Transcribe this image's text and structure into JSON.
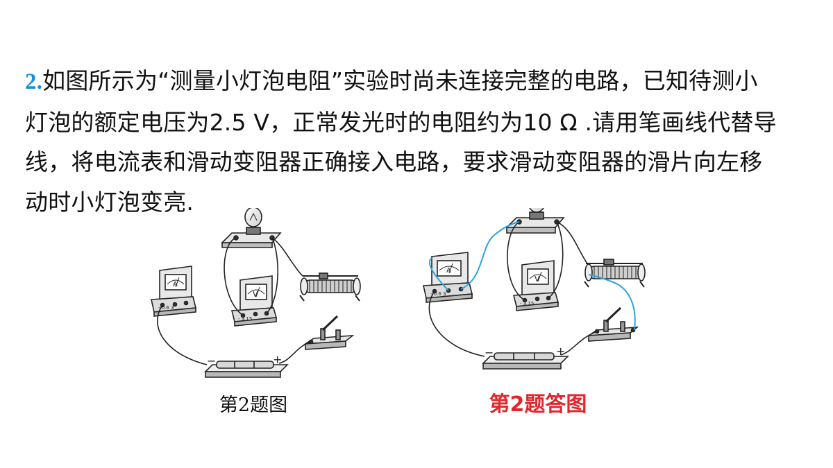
{
  "question": {
    "number": "2.",
    "lines": [
      "如图所示为“测量小灯泡电阻”实验时尚未连接完整的电路，已知待测小",
      "灯泡的额定电压为2.5 V，正常发光时的电阻约为10 Ω .请用笔画线代替导",
      "线，将电流表和滑动变阻器正确接入电路，要求滑动变阻器的滑片向左移",
      "动时小灯泡变亮."
    ]
  },
  "figure_left": {
    "caption": "第2题图",
    "ammeter_symbol": "A",
    "ammeter_terminals": "-  0.6  3",
    "voltmeter_symbol": "V",
    "voltmeter_terminals": "-  3  15",
    "battery_minus": "−",
    "battery_plus": "+"
  },
  "figure_right": {
    "caption": "第2题答图",
    "ammeter_symbol": "A",
    "ammeter_terminals": "-  0.6  3",
    "voltmeter_symbol": "V",
    "voltmeter_terminals": "-  3  15",
    "battery_minus": "−",
    "battery_plus": "+"
  },
  "colors": {
    "question_number": "#1a8fd6",
    "answer_caption": "#e3262b",
    "answer_wire": "#2aa3e0",
    "wire": "#222222"
  }
}
